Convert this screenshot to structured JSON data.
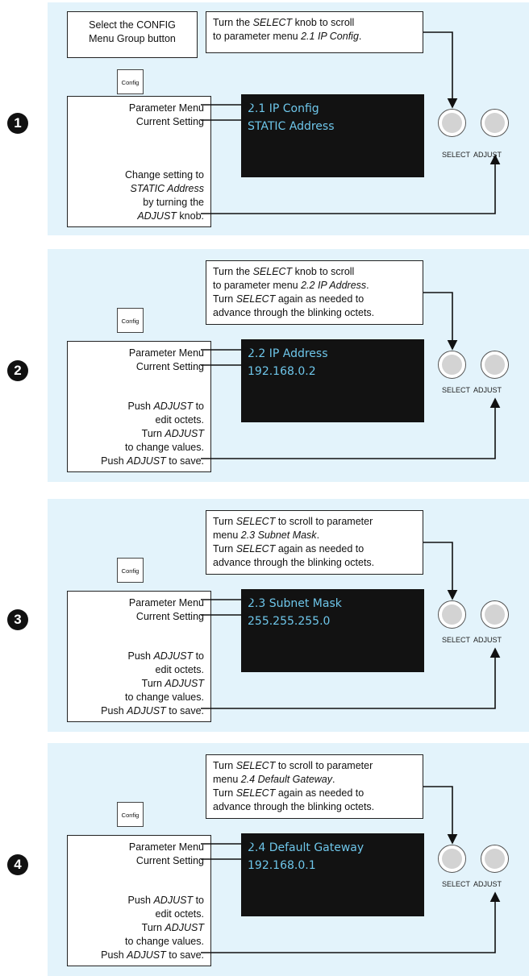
{
  "common": {
    "config_button_label": "Config",
    "param_menu_label": "Parameter Menu",
    "current_setting_label": "Current Setting",
    "select_label": "SELECT",
    "adjust_label": "ADJUST"
  },
  "step1": {
    "number": "1",
    "top_box": [
      "Select the CONFIG",
      "Menu Group button"
    ],
    "instruction": [
      [
        "Turn the ",
        "SELECT",
        " knob to scroll"
      ],
      [
        "to parameter menu ",
        "2.1 IP Config",
        "."
      ]
    ],
    "screen_line1": "2.1 IP Config",
    "screen_line2": "STATIC Address",
    "left_instruction": [
      [
        "Change setting to"
      ],
      [
        "",
        "STATIC Address",
        ""
      ],
      [
        "by turning the"
      ],
      [
        "",
        "ADJUST",
        " knob."
      ]
    ]
  },
  "step2": {
    "number": "2",
    "instruction": [
      [
        "Turn the ",
        "SELECT",
        " knob to scroll"
      ],
      [
        "to parameter menu ",
        "2.2 IP Address",
        "."
      ],
      [
        "Turn ",
        "SELECT",
        " again as needed to"
      ],
      [
        "advance through the blinking octets."
      ]
    ],
    "screen_line1": "2.2 IP Address",
    "screen_line2": "192.168.0.2",
    "left_instruction": [
      [
        "Push ",
        "ADJUST",
        " to"
      ],
      [
        "edit octets."
      ],
      [
        "Turn ",
        "ADJUST",
        ""
      ],
      [
        "to change values."
      ],
      [
        "Push ",
        "ADJUST",
        " to save."
      ]
    ]
  },
  "step3": {
    "number": "3",
    "instruction": [
      [
        "Turn ",
        "SELECT",
        " to scroll to parameter"
      ],
      [
        "menu ",
        "2.3 Subnet Mask",
        "."
      ],
      [
        "Turn ",
        "SELECT",
        " again as needed to"
      ],
      [
        "advance through the blinking octets."
      ]
    ],
    "screen_line1": "2.3 Subnet Mask",
    "screen_line2": "255.255.255.0",
    "left_instruction": [
      [
        "Push ",
        "ADJUST",
        " to"
      ],
      [
        "edit octets."
      ],
      [
        "Turn ",
        "ADJUST",
        ""
      ],
      [
        "to change values."
      ],
      [
        "Push ",
        "ADJUST",
        " to save."
      ]
    ]
  },
  "step4": {
    "number": "4",
    "instruction": [
      [
        "Turn ",
        "SELECT",
        " to scroll to parameter"
      ],
      [
        "menu ",
        "2.4 Default Gateway",
        "."
      ],
      [
        "Turn ",
        "SELECT",
        " again as needed to"
      ],
      [
        "advance through the blinking octets."
      ]
    ],
    "screen_line1": "2.4 Default Gateway",
    "screen_line2": "192.168.0.1",
    "left_instruction": [
      [
        "Push ",
        "ADJUST",
        " to"
      ],
      [
        "edit octets."
      ],
      [
        "Turn ",
        "ADJUST",
        ""
      ],
      [
        "to change values."
      ],
      [
        "Push ",
        "ADJUST",
        " to save."
      ]
    ]
  },
  "colors": {
    "panel_bg": "#e3f3fb",
    "screen_bg": "#121212",
    "screen_text": "#6ec6ea"
  }
}
